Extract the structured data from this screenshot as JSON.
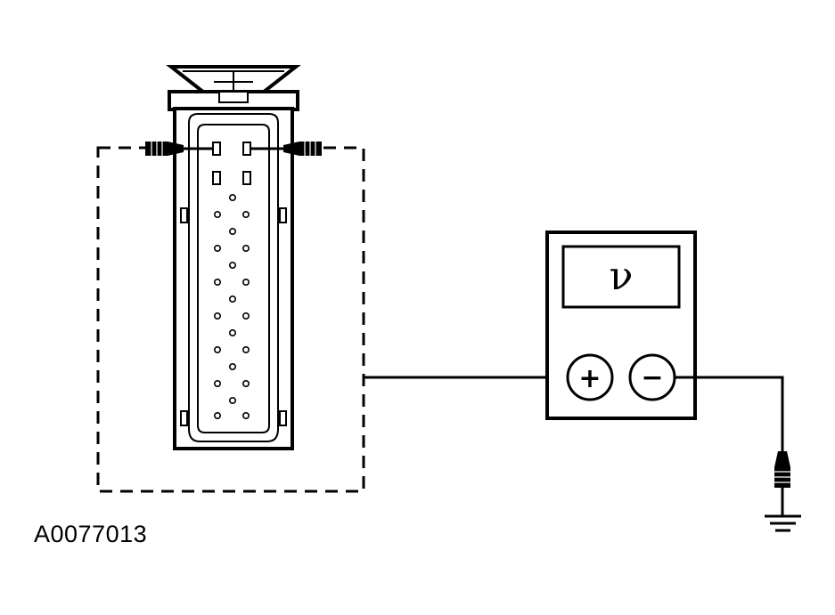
{
  "figure": {
    "id_label": "A0077013"
  },
  "meter": {
    "display_symbol": "ν",
    "positive_sign": "+",
    "negative_sign": "−"
  },
  "colors": {
    "line": "#000000",
    "background": "#ffffff"
  },
  "icons": [
    "connector",
    "test-lead-probe",
    "voltmeter",
    "ground-symbol"
  ]
}
